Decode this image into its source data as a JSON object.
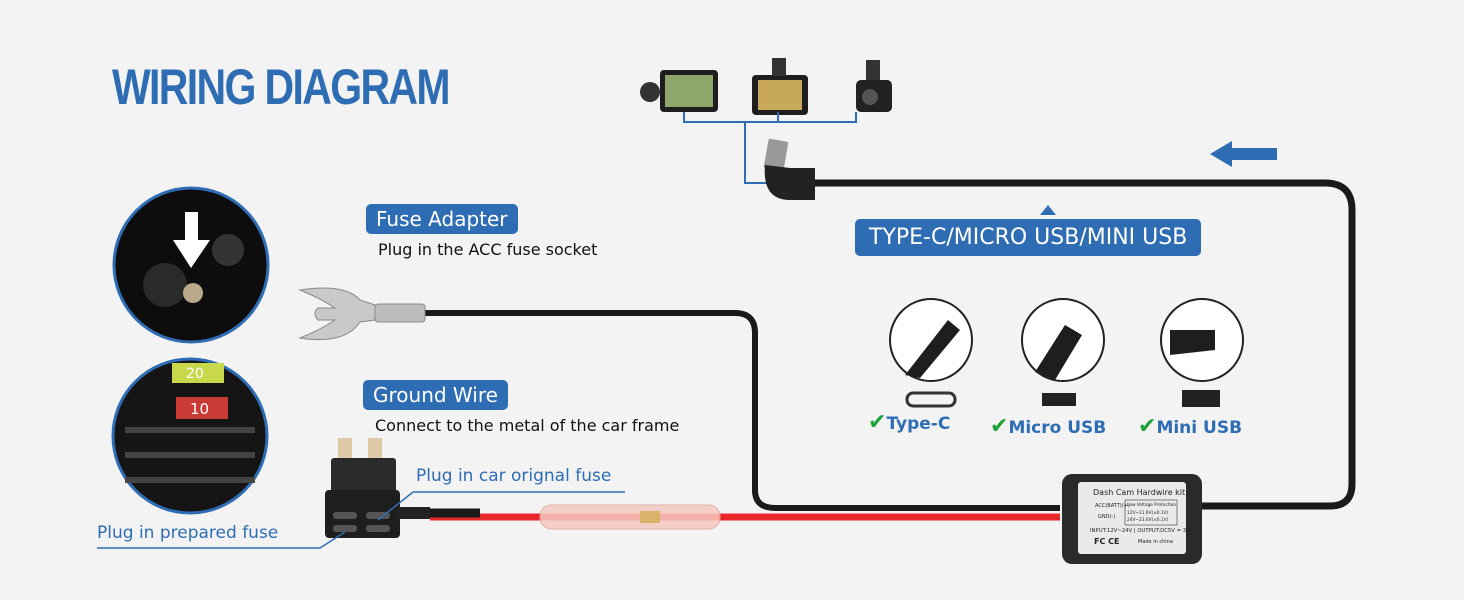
{
  "title": "WIRING DIAGRAM",
  "labels": {
    "fuse_adapter": "Fuse Adapter",
    "fuse_adapter_desc": "Plug in the ACC fuse socket",
    "ground_wire": "Ground Wire",
    "ground_wire_desc": "Connect to the metal of the car frame",
    "plug_original_fuse": "Plug in car orignal fuse",
    "plug_prepared_fuse": "Plug in prepared fuse",
    "connector_types": "TYPE-C/MICRO USB/MINI USB"
  },
  "connectors": [
    {
      "label": "Type-C",
      "icon": "check-icon"
    },
    {
      "label": "Micro USB",
      "icon": "check-icon"
    },
    {
      "label": "Mini USB",
      "icon": "check-icon"
    }
  ],
  "fuse_photo": {
    "fuse_top": "20",
    "fuse_bottom": "10"
  },
  "hardwire_box": {
    "title": "Dash Cam Hardwire kit",
    "acc": "ACC(BATT)(+)",
    "gnd": "GND(-)",
    "protection_title": "Low Voltage Protection",
    "protection_1": "12V~11.6V(±0.1V)",
    "protection_2": "24V~23.6V(±0.1V)",
    "io": "INPUT:12V~24V | OUTPUT:DC5V = 3A",
    "marks": "FC CE",
    "made_in": "Made in china"
  },
  "colors": {
    "accent": "#2e6db4",
    "check": "#1fa23a",
    "red_wire": "#e8262b",
    "cable": "#1a1a1a"
  }
}
